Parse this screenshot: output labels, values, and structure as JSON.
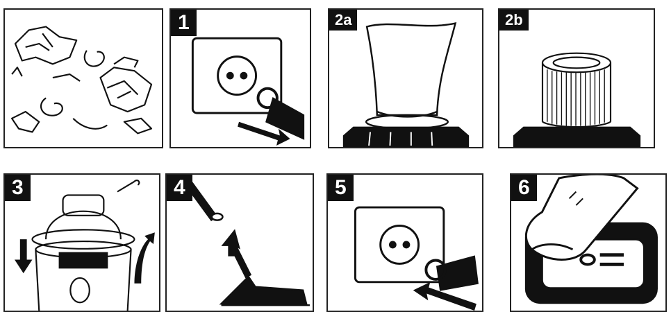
{
  "steps": [
    {
      "id": "debris",
      "label": ""
    },
    {
      "id": "unplug",
      "label": "1"
    },
    {
      "id": "bag",
      "label": "2a"
    },
    {
      "id": "filter",
      "label": "2b"
    },
    {
      "id": "assemble",
      "label": "3"
    },
    {
      "id": "hose",
      "label": "4"
    },
    {
      "id": "plug-in",
      "label": "5"
    },
    {
      "id": "switch",
      "label": "6"
    }
  ],
  "icons": [
    "debris-icon",
    "socket-icon",
    "plug-icon",
    "arrow-icon",
    "dust-bag-icon",
    "cartridge-filter-icon",
    "vacuum-drum-icon",
    "hose-nozzle-icon",
    "power-switch-icon",
    "finger-icon"
  ],
  "colors": {
    "ink": "#111111",
    "paper": "#ffffff"
  }
}
